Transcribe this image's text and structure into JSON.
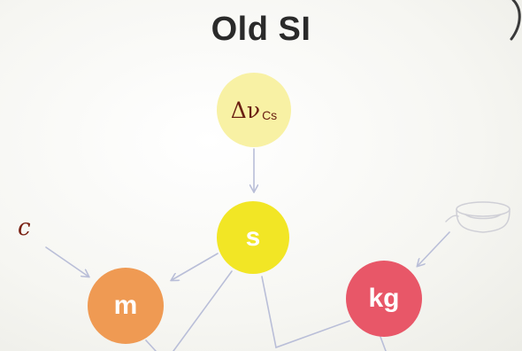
{
  "title": "Old SI",
  "nodes": {
    "delta_nu_cs": {
      "symbol": "Δν",
      "subscript": "Cs"
    },
    "second": {
      "label": "s"
    },
    "meter": {
      "label": "m"
    },
    "kilogram": {
      "label": "kg"
    }
  },
  "constants": {
    "speed_of_light": "c"
  },
  "icons": {
    "prototype_kilogram": "kilogram-prototype-sketch-icon"
  },
  "colors": {
    "delta_nu_cs": "#f8f1a4",
    "second": "#f2e625",
    "meter": "#ef9a53",
    "kilogram": "#e85768",
    "constant_text": "#7a2214",
    "arrows": "#b9bed8"
  }
}
